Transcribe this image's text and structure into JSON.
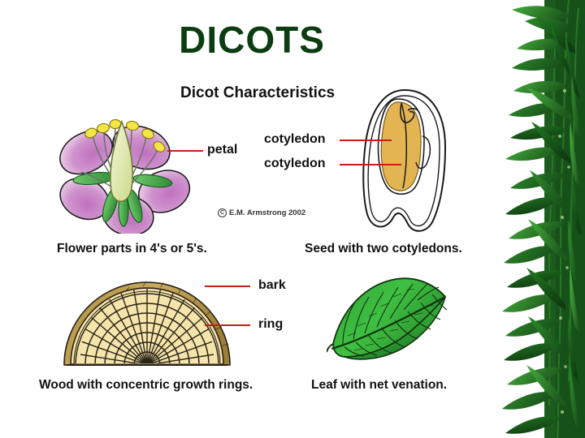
{
  "slide": {
    "title": "DICOTS",
    "title_color": "#0b3d10",
    "background": "#ffffff",
    "subtitle": "Dicot Characteristics",
    "copyright": "E.M. Armstrong 2002",
    "copyright_symbol": "C",
    "accent_line_color": "#c31f17"
  },
  "callouts": {
    "petal": "petal",
    "cotyledon_upper": "cotyledon",
    "cotyledon_lower": "cotyledon",
    "bark": "bark",
    "ring": "ring"
  },
  "captions": {
    "flower": "Flower parts in 4's or 5's.",
    "seed": "Seed with two cotyledons.",
    "wood": "Wood with concentric growth rings.",
    "leaf": "Leaf with net venation."
  },
  "figures": [
    {
      "name": "flower-diagram",
      "icon": "flower-icon",
      "petal_color": "#cf93cd",
      "sepal_color": "#49b14e",
      "pistil_color": "#e3edb4",
      "anther_color": "#f2e544"
    },
    {
      "name": "seed-diagram",
      "icon": "seed-icon",
      "cotyledon_color": "#e3b552",
      "coat_color": "#ffffff"
    },
    {
      "name": "wood-cross-section",
      "icon": "wood-rings-icon",
      "bark_color": "#b99a4d",
      "wood_color": "#f6e5ab",
      "ring_line_color": "#2a2418"
    },
    {
      "name": "leaf-diagram",
      "icon": "leaf-icon",
      "leaf_color": "#35b53a",
      "vein_color": "#123a12"
    }
  ],
  "decoration": {
    "bamboo_border": "bamboo-leaves-border",
    "bamboo_dark": "#1d5a1d",
    "bamboo_mid": "#2f8a2c",
    "bamboo_light": "#46ad3c"
  }
}
